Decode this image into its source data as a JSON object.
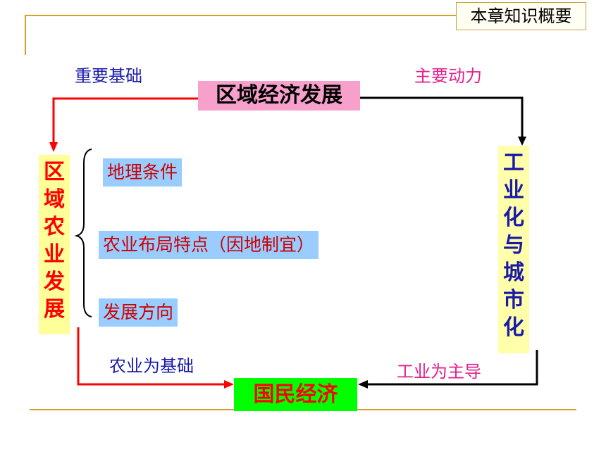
{
  "chapter_button": "本章知识概要",
  "center_title": "区域经济发展",
  "label_base": "重要基础",
  "label_power": "主要动力",
  "agri_vertical": [
    "区",
    "域",
    "农",
    "业",
    "发",
    "展"
  ],
  "industry_vertical": [
    "工",
    "业",
    "化",
    "与",
    "城",
    "市",
    "化"
  ],
  "factors": [
    "地理条件",
    "农业布局特点（因地制宜）",
    "发展方向"
  ],
  "label_agri_base": "农业为基础",
  "label_industry_lead": "工业为主导",
  "national_economy": "国民经济",
  "colors": {
    "title_box": "#f8a0cc",
    "vertical_box": "#ffff99",
    "factor_box": "#99ccff",
    "national_box": "#00ff00",
    "arrow_red": "#ff0000",
    "arrow_black": "#000000",
    "rule_gold": "#d4a030"
  }
}
